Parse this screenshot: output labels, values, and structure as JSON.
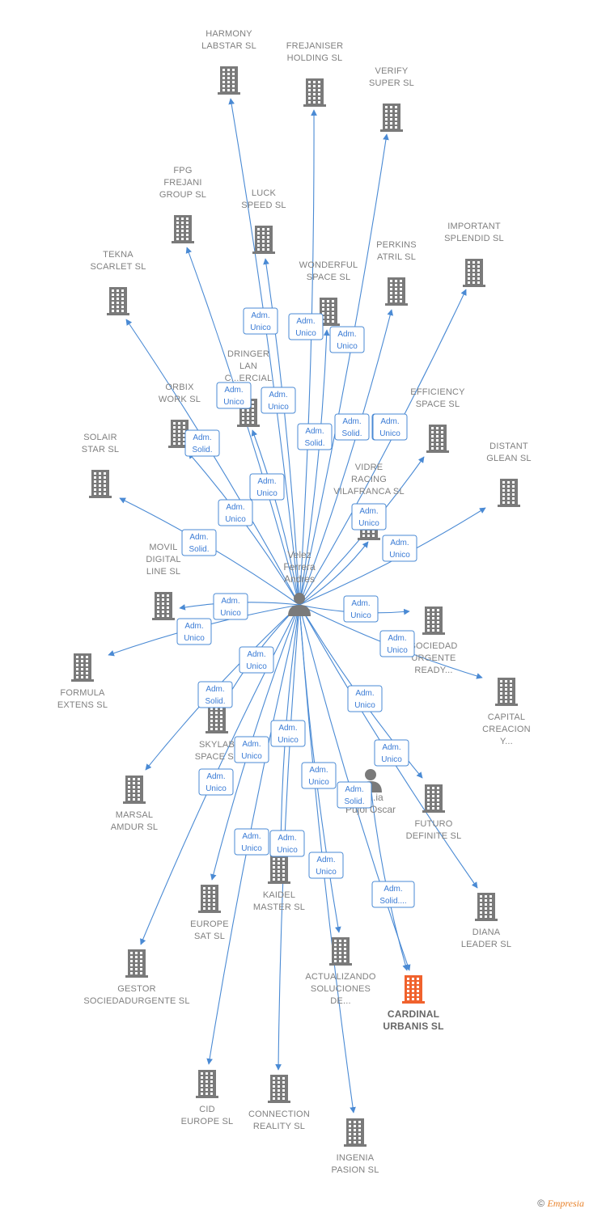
{
  "colors": {
    "edge": "#4a8ad4",
    "building": "#7a7a7a",
    "focus_building": "#f0622d",
    "person": "#7a7a7a"
  },
  "persons": [
    {
      "id": "velez",
      "label": [
        "Velez",
        "Ferrera",
        "Andres"
      ]
    },
    {
      "id": "pujol",
      "label": [
        "...ia",
        "Pujol Oscar"
      ]
    }
  ],
  "companies": [
    {
      "id": "harmony",
      "label": [
        "HARMONY",
        "LABSTAR SL"
      ]
    },
    {
      "id": "frejaniser",
      "label": [
        "FREJANISER",
        "HOLDING SL"
      ]
    },
    {
      "id": "verify",
      "label": [
        "VERIFY",
        "SUPER SL"
      ]
    },
    {
      "id": "fpg",
      "label": [
        "FPG",
        "FREJANI",
        "GROUP SL"
      ]
    },
    {
      "id": "luck",
      "label": [
        "LUCK",
        "SPEED SL"
      ]
    },
    {
      "id": "important",
      "label": [
        "IMPORTANT",
        "SPLENDID SL"
      ]
    },
    {
      "id": "tekna",
      "label": [
        "TEKNA",
        "SCARLET SL"
      ]
    },
    {
      "id": "perkins",
      "label": [
        "PERKINS",
        "ATRIL SL"
      ]
    },
    {
      "id": "wonderful",
      "label": [
        "WONDERFUL",
        "SPACE SL"
      ]
    },
    {
      "id": "dringer",
      "label": [
        "DRINGER",
        "LAN",
        "C...ERCIAL"
      ]
    },
    {
      "id": "orbix",
      "label": [
        "ORBIX",
        "WORK SL"
      ]
    },
    {
      "id": "efficiency",
      "label": [
        "EFFICIENCY",
        "SPACE SL"
      ]
    },
    {
      "id": "solair",
      "label": [
        "SOLAIR",
        "STAR SL"
      ]
    },
    {
      "id": "distant",
      "label": [
        "DISTANT",
        "GLEAN SL"
      ]
    },
    {
      "id": "vidre",
      "label": [
        "VIDRE",
        "RACING",
        "VILAFRANCA SL"
      ]
    },
    {
      "id": "movil",
      "label": [
        "MOVIL",
        "DIGITAL",
        "LINE SL"
      ]
    },
    {
      "id": "sociedad",
      "label": [
        "SOCIEDAD",
        "URGENTE",
        "READY..."
      ]
    },
    {
      "id": "formula",
      "label": [
        "FORMULA",
        "EXTENS SL"
      ]
    },
    {
      "id": "capital",
      "label": [
        "CAPITAL",
        "CREACION",
        "Y..."
      ]
    },
    {
      "id": "skylab",
      "label": [
        "SKYLAB",
        "SPACE SL"
      ]
    },
    {
      "id": "marsal",
      "label": [
        "MARSAL",
        "AMDUR SL"
      ]
    },
    {
      "id": "futuro",
      "label": [
        "FUTURO",
        "DEFINITE SL"
      ]
    },
    {
      "id": "kaidel",
      "label": [
        "KAIDEL",
        "MASTER SL"
      ]
    },
    {
      "id": "diana",
      "label": [
        "DIANA",
        "LEADER SL"
      ]
    },
    {
      "id": "europe",
      "label": [
        "EUROPE",
        "SAT SL"
      ]
    },
    {
      "id": "actualizando",
      "label": [
        "ACTUALIZANDO",
        "SOLUCIONES",
        "DE..."
      ]
    },
    {
      "id": "gestor",
      "label": [
        "GESTOR",
        "SOCIEDADURGENTE SL"
      ]
    },
    {
      "id": "cardinal",
      "label": [
        "CARDINAL",
        "URBANIS SL"
      ],
      "focus": true
    },
    {
      "id": "cid",
      "label": [
        "CID",
        "EUROPE SL"
      ]
    },
    {
      "id": "connection",
      "label": [
        "CONNECTION",
        "REALITY SL"
      ]
    },
    {
      "id": "ingenia",
      "label": [
        "INGENIA",
        "PASION SL"
      ]
    }
  ],
  "edges": [
    {
      "from": "velez",
      "to": "harmony",
      "label": [
        "Adm.",
        "Unico"
      ]
    },
    {
      "from": "velez",
      "to": "frejaniser",
      "label": [
        "Adm.",
        "Unico"
      ]
    },
    {
      "from": "velez",
      "to": "verify",
      "label": [
        "Adm.",
        "Solid."
      ]
    },
    {
      "from": "velez",
      "to": "fpg",
      "label": [
        "Adm.",
        "Unico"
      ]
    },
    {
      "from": "velez",
      "to": "luck",
      "label": [
        "Adm.",
        "Unico"
      ]
    },
    {
      "from": "velez",
      "to": "important",
      "label": [
        "Adm.",
        "Unico"
      ]
    },
    {
      "from": "velez",
      "to": "tekna",
      "label": [
        "Adm.",
        "Solid."
      ]
    },
    {
      "from": "velez",
      "to": "perkins",
      "label": [
        "Adm.",
        "Solid."
      ]
    },
    {
      "from": "velez",
      "to": "wonderful",
      "label": [
        "Adm.",
        "Unico"
      ]
    },
    {
      "from": "velez",
      "to": "dringer",
      "label": [
        "Adm.",
        "Unico"
      ]
    },
    {
      "from": "velez",
      "to": "orbix",
      "label": [
        "Adm.",
        "Unico"
      ]
    },
    {
      "from": "velez",
      "to": "efficiency",
      "label": [
        "Adm.",
        "Unico"
      ]
    },
    {
      "from": "velez",
      "to": "solair",
      "label": [
        "Adm.",
        "Solid."
      ]
    },
    {
      "from": "velez",
      "to": "distant",
      "label": [
        "Adm.",
        "Unico"
      ]
    },
    {
      "from": "velez",
      "to": "vidre",
      "label": [
        "Adm.",
        "Unico"
      ]
    },
    {
      "from": "velez",
      "to": "movil",
      "label": [
        "Adm.",
        "Unico"
      ]
    },
    {
      "from": "velez",
      "to": "sociedad",
      "label": [
        "Adm.",
        "Unico"
      ]
    },
    {
      "from": "velez",
      "to": "formula",
      "label": [
        "Adm.",
        "Unico"
      ]
    },
    {
      "from": "velez",
      "to": "capital",
      "label": [
        "Adm.",
        "Unico"
      ]
    },
    {
      "from": "velez",
      "to": "skylab",
      "label": [
        "Adm.",
        "Solid."
      ]
    },
    {
      "from": "velez",
      "to": "marsal",
      "label": [
        "Adm.",
        "Unico"
      ]
    },
    {
      "from": "velez",
      "to": "futuro",
      "label": [
        "Adm.",
        "Unico"
      ]
    },
    {
      "from": "velez",
      "to": "kaidel",
      "label": [
        "Adm.",
        "Unico"
      ]
    },
    {
      "from": "velez",
      "to": "diana",
      "label": [
        "Adm.",
        "Unico"
      ]
    },
    {
      "from": "velez",
      "to": "europe",
      "label": [
        "Adm.",
        "Unico"
      ]
    },
    {
      "from": "velez",
      "to": "actualizando",
      "label": [
        "Adm.",
        "Unico"
      ]
    },
    {
      "from": "velez",
      "to": "gestor",
      "label": [
        "Adm.",
        "Unico"
      ]
    },
    {
      "from": "velez",
      "to": "cardinal",
      "label": [
        "Adm.",
        "Solid."
      ]
    },
    {
      "from": "velez",
      "to": "cid",
      "label": [
        "Adm.",
        "Unico"
      ]
    },
    {
      "from": "velez",
      "to": "connection",
      "label": [
        "Adm.",
        "Unico"
      ]
    },
    {
      "from": "velez",
      "to": "ingenia",
      "label": [
        "Adm.",
        "Unico"
      ]
    },
    {
      "from": "pujol",
      "to": "cardinal",
      "label": [
        "Adm.",
        "Solid...."
      ]
    }
  ],
  "footer": {
    "copyright": "©",
    "brand": "Empresia"
  }
}
